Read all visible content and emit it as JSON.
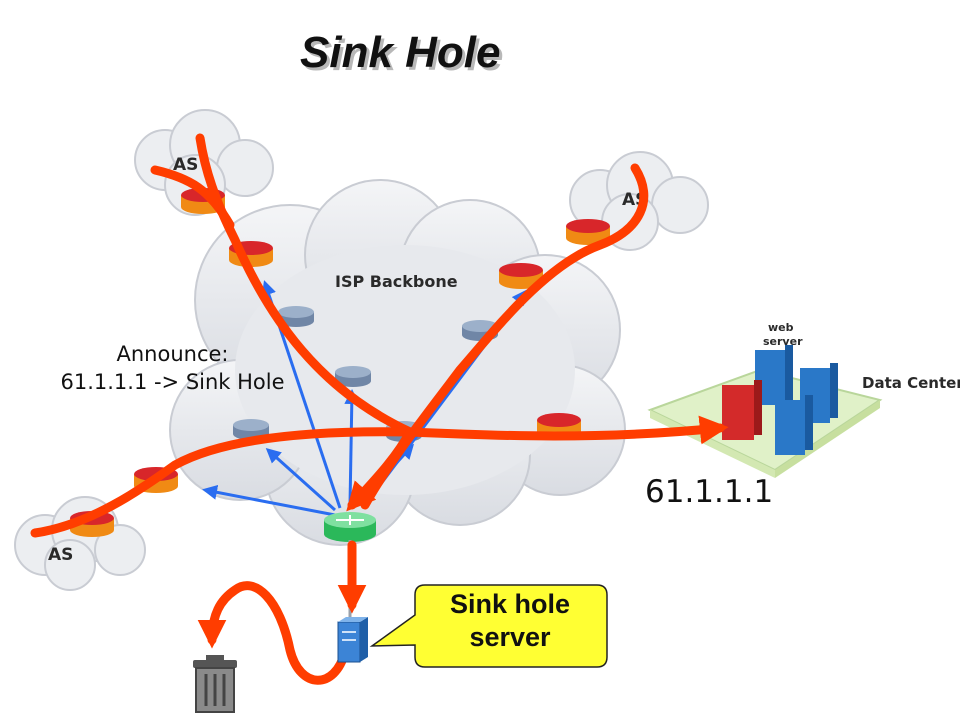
{
  "title": "Sink Hole",
  "announce": {
    "line1": "Announce:",
    "line2": "61.1.1.1 -> Sink Hole"
  },
  "cloud_labels": {
    "as_top_left": "AS",
    "as_top_right": "AS",
    "as_bottom_left": "AS",
    "isp": "ISP Backbone"
  },
  "data_center": {
    "label": "Data Center",
    "web_label_1": "web",
    "web_label_2": "server"
  },
  "target_ip": "61.1.1.1",
  "sinkhole_callout": {
    "line1": "Sink hole",
    "line2": "server"
  },
  "colors": {
    "attack_path": "#ff3d00",
    "announce_arrow": "#2a6df0",
    "callout_fill": "#ffff33",
    "router_orange": "#f08a14",
    "router_red": "#d8262a",
    "core_router": "#8fa4bf",
    "sinkhole_router": "#33cc66"
  },
  "icons": {
    "router": "router-icon",
    "server": "server-icon",
    "trash": "trash-can-icon"
  }
}
